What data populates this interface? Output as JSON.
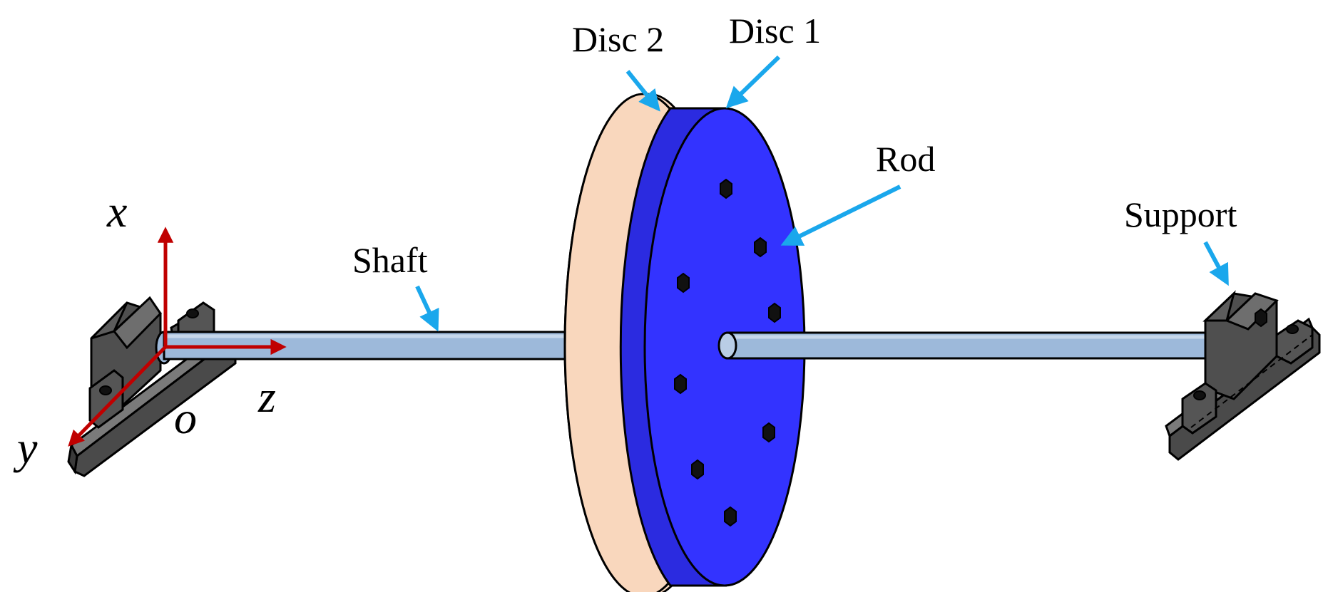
{
  "labels": {
    "disc2": "Disc 2",
    "disc1": "Disc 1",
    "rod": "Rod",
    "support": "Support",
    "shaft": "Shaft"
  },
  "axes": {
    "x": "x",
    "y": "y",
    "z": "z",
    "origin": "o"
  },
  "colors": {
    "disc1": "#3333ff",
    "disc2": "#f9d7bd",
    "shaft": "#9db9da",
    "support": "#555555",
    "axis_arrow": "#c00000",
    "callout_arrow": "#1aa7ec",
    "rod_bolt": "#111111"
  }
}
